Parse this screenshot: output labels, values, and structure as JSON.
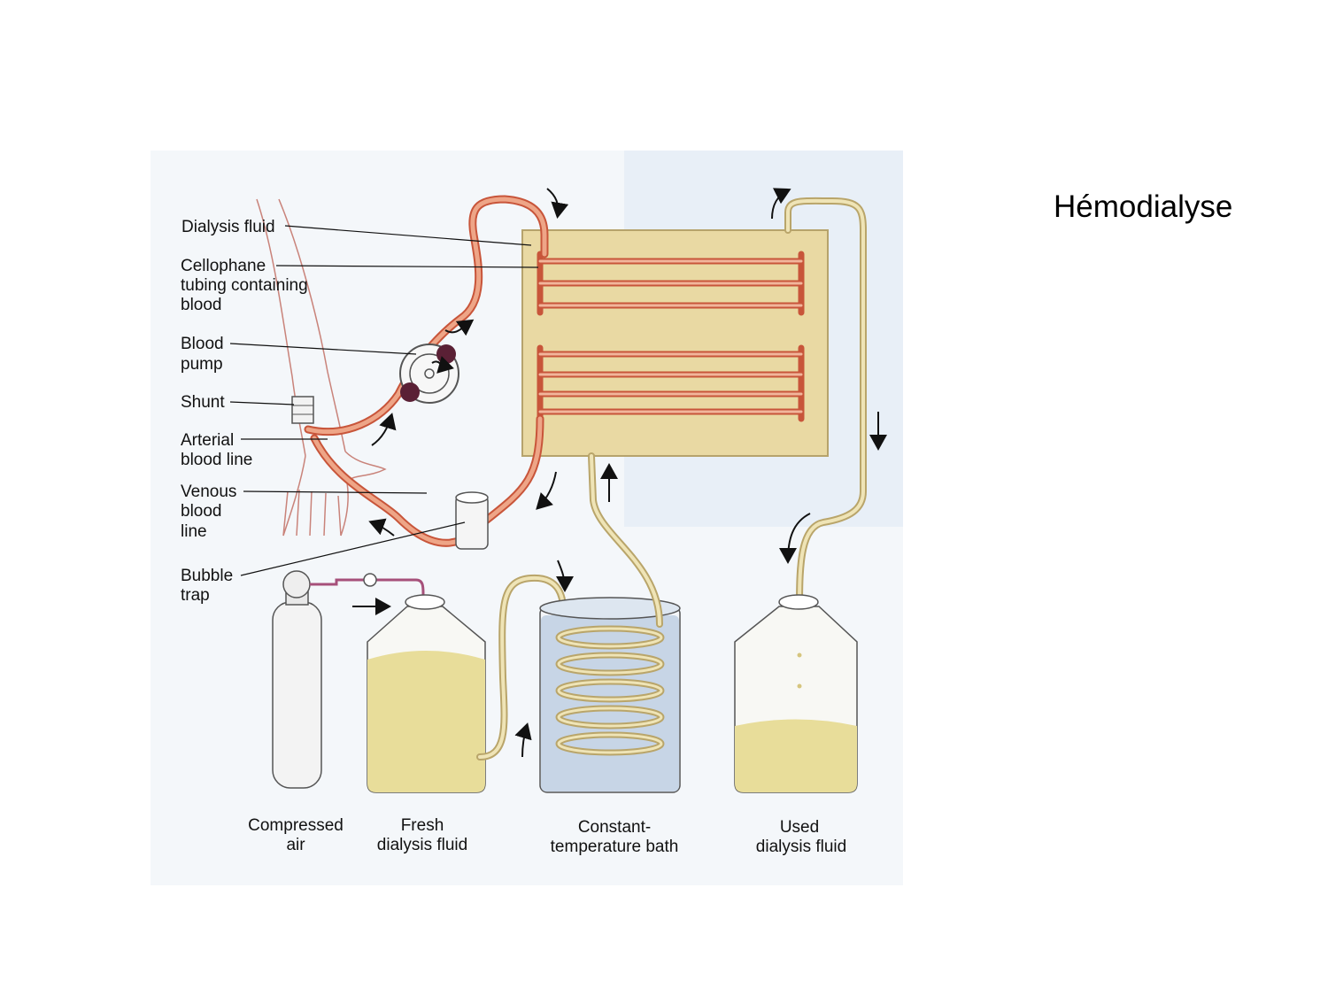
{
  "slide": {
    "title": "Hémodialyse"
  },
  "diagram": {
    "labels": {
      "dialysis_fluid": "Dialysis fluid",
      "cellophane_1": "Cellophane",
      "cellophane_2": "tubing containing",
      "cellophane_3": "blood",
      "blood_pump_1": "Blood",
      "blood_pump_2": "pump",
      "shunt": "Shunt",
      "arterial_1": "Arterial",
      "arterial_2": "blood line",
      "venous_1": "Venous",
      "venous_2": "blood",
      "venous_3": "line",
      "bubble_trap_1": "Bubble",
      "bubble_trap_2": "trap",
      "compressed_air_1": "Compressed",
      "compressed_air_2": "air",
      "fresh_fluid_1": "Fresh",
      "fresh_fluid_2": "dialysis fluid",
      "bath_1": "Constant-",
      "bath_2": "temperature bath",
      "used_fluid_1": "Used",
      "used_fluid_2": "dialysis fluid"
    },
    "colors": {
      "blood_tube": "#e8916a",
      "blood_tube_edge": "#c8553a",
      "fluid_tube": "#e6d9a8",
      "fluid_tube_edge": "#b9a56a",
      "dialyzer": "#e9d9a3",
      "dialyzer_edge": "#b6a36c",
      "bath_water": "#c7d5e6",
      "fluid_liquid": "#e8dd9a",
      "pump_roller": "#5a2035"
    }
  }
}
